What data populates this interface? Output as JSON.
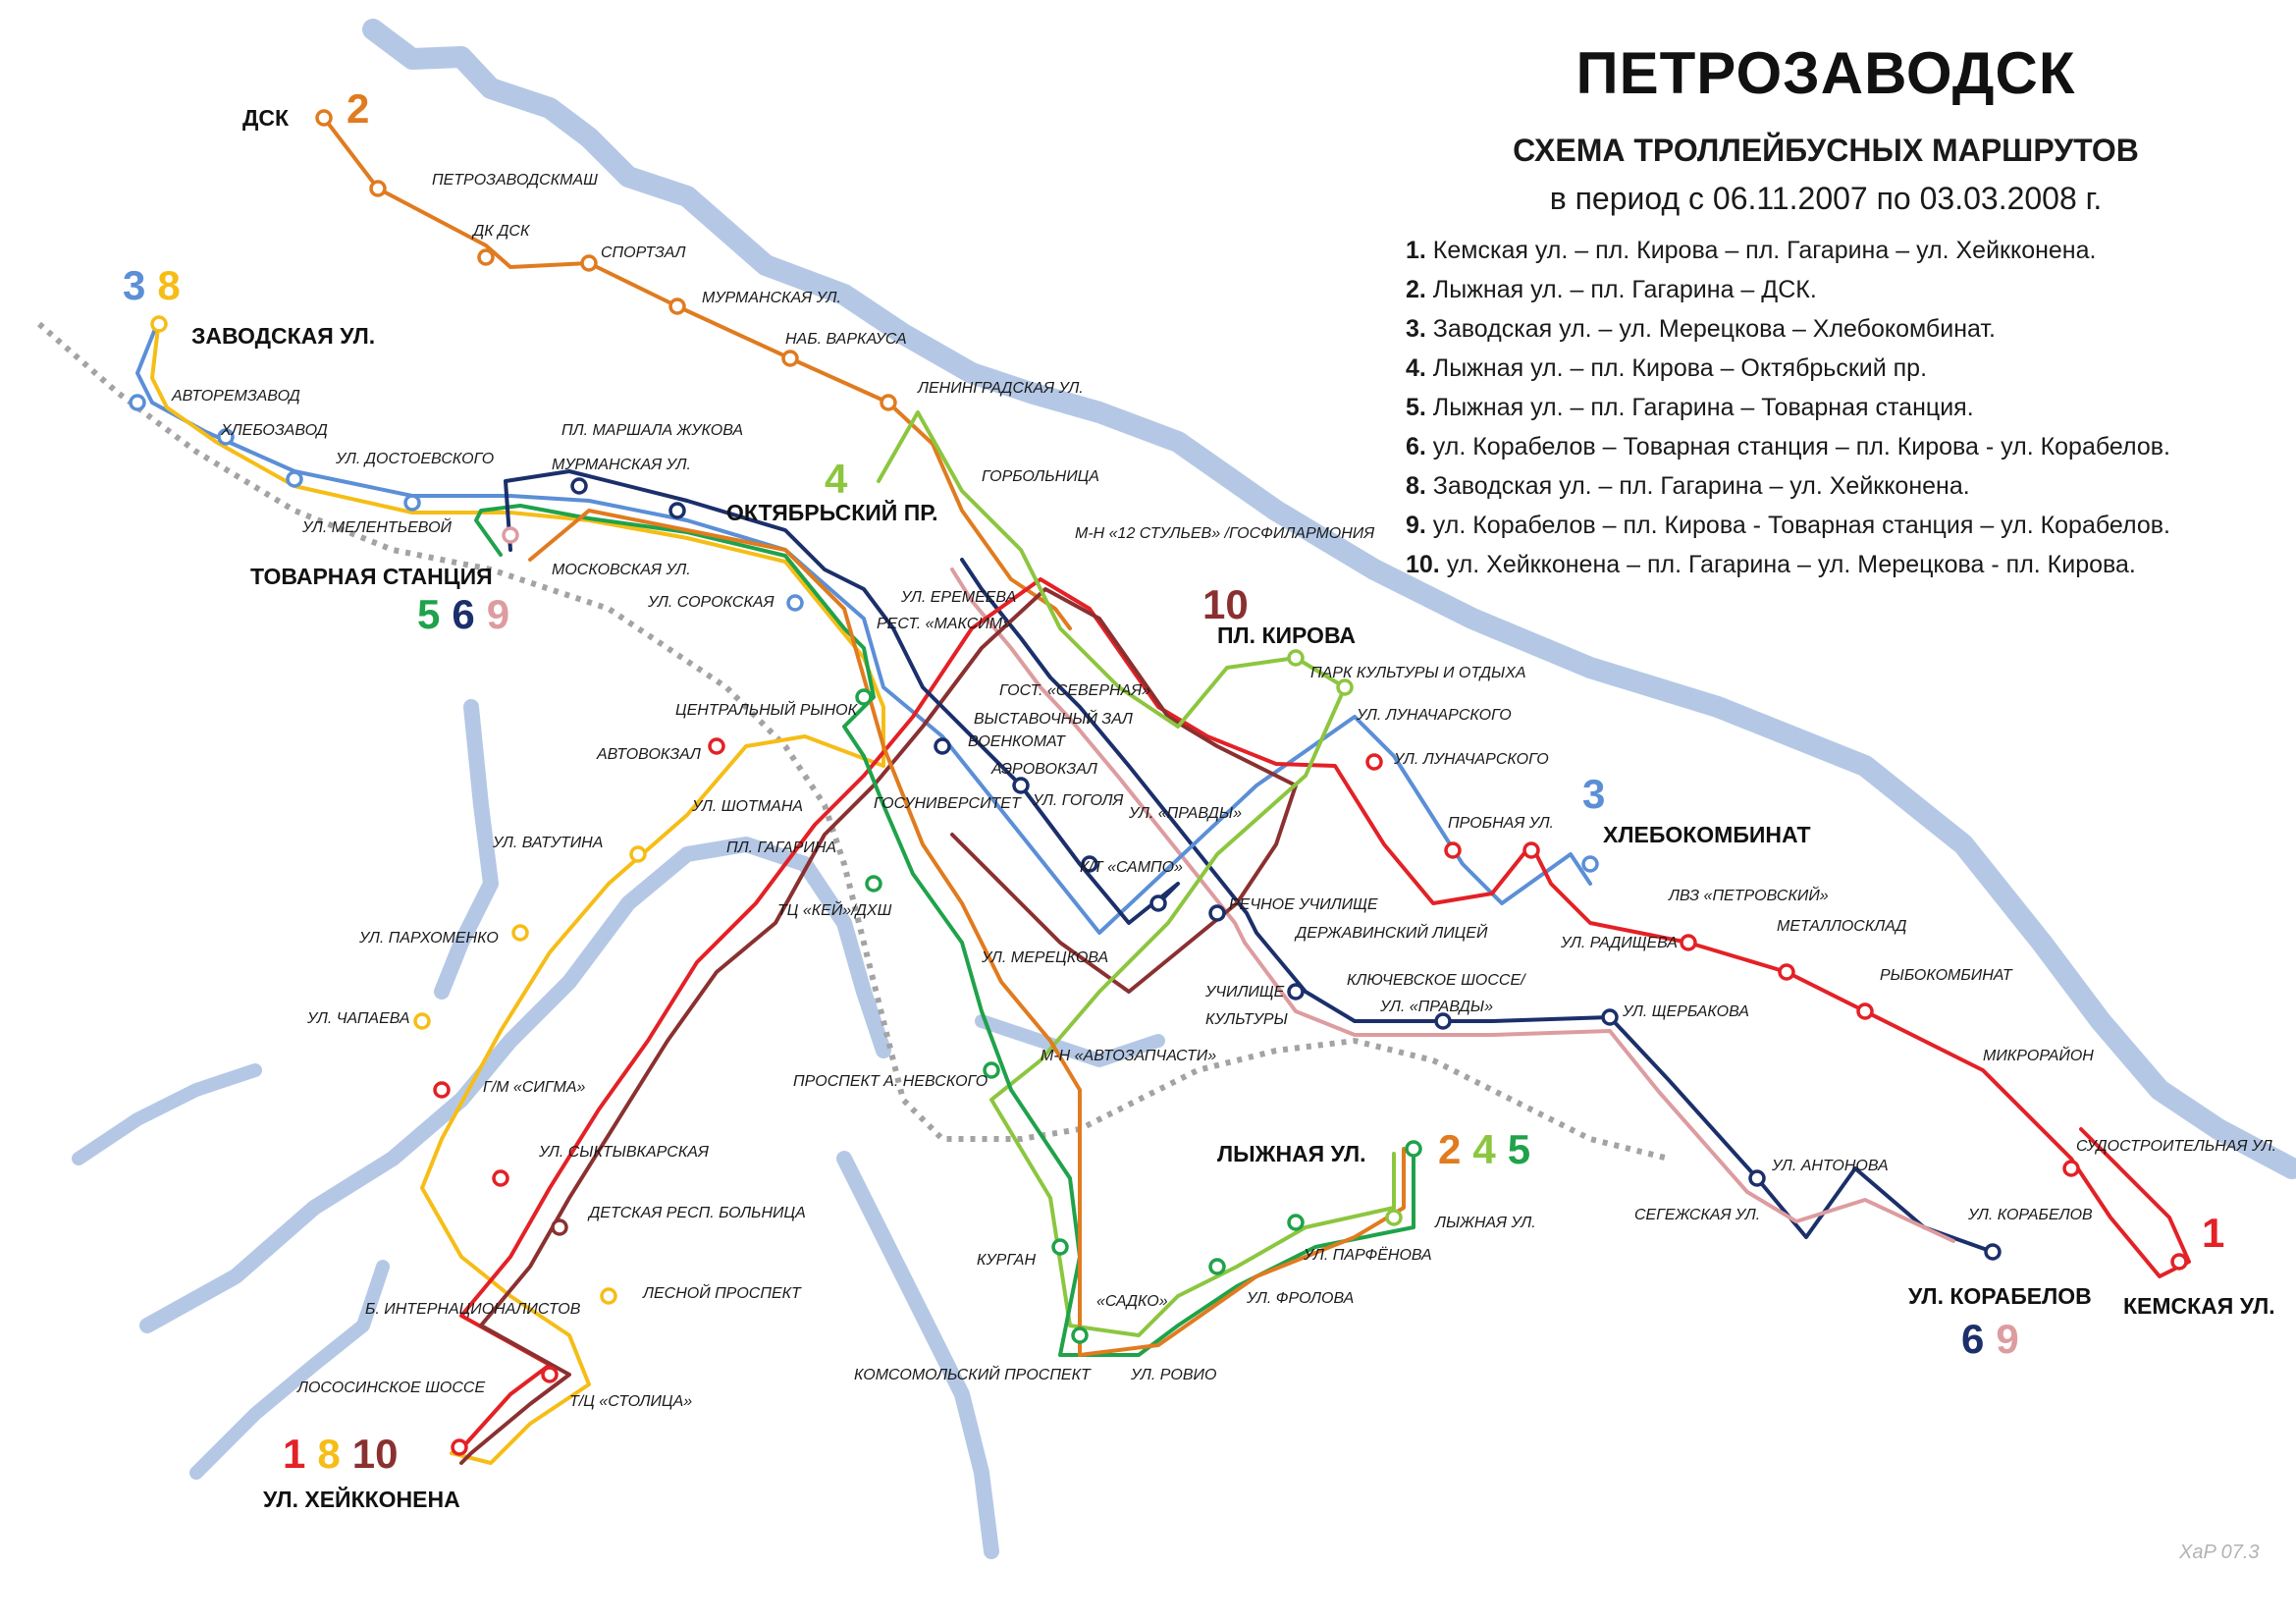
{
  "map": {
    "title": "ПЕТРОЗАВОДСК",
    "subtitle": "СХЕМА ТРОЛЛЕЙБУСНЫХ МАРШРУТОВ",
    "period": "в период с 06.11.2007 по 03.03.2008 г.",
    "author": "XaP 07.3"
  },
  "colors": {
    "route_1": "#e32126",
    "route_2": "#e07b1f",
    "route_3": "#5b8fd6",
    "route_4": "#8cc63f",
    "route_5": "#1fa24a",
    "route_6": "#1b2f6b",
    "route_8": "#f6bd16",
    "route_9": "#dd9ca0",
    "route_10": "#8b3030",
    "river": "#b4c8e6",
    "railway": "#a3a3a3"
  },
  "routes": [
    {
      "number": "1.",
      "description": "Кемская ул. – пл. Кирова – пл. Гагарина – ул. Хейкконена."
    },
    {
      "number": "2.",
      "description": "Лыжная ул. – пл. Гагарина – ДСК."
    },
    {
      "number": "3.",
      "description": "Заводская ул. – ул. Мерецкова – Хлебокомбинат."
    },
    {
      "number": "4.",
      "description": "Лыжная ул. – пл. Кирова – Октябрьский пр."
    },
    {
      "number": "5.",
      "description": "Лыжная ул. – пл. Гагарина – Товарная станция."
    },
    {
      "number": "6.",
      "description": "ул. Корабелов – Товарная станция – пл. Кирова - ул. Корабелов."
    },
    {
      "number": "8.",
      "description": "Заводская ул. – пл. Гагарина – ул. Хейкконена."
    },
    {
      "number": "9.",
      "description": "ул. Корабелов – пл. Кирова - Товарная станция – ул. Корабелов."
    },
    {
      "number": "10.",
      "description": "ул. Хейкконена – пл. Гагарина – ул. Мерецкова - пл. Кирова."
    }
  ],
  "terminals": {
    "dsk": "ДСК",
    "zavodskaya": "ЗАВОДСКАЯ УЛ.",
    "tovarnaya": "ТОВАРНАЯ СТАНЦИЯ",
    "oktyabrsky": "ОКТЯБРЬСКИЙ ПР.",
    "kirova": "ПЛ. КИРОВА",
    "khlebokombinat": "ХЛЕБОКОМБИНАТ",
    "lyzhnaya": "ЛЫЖНАЯ УЛ.",
    "korabelov": "УЛ. КОРАБЕЛОВ",
    "kemskaya": "КЕМСКАЯ УЛ.",
    "heikkonena": "УЛ. ХЕЙККОНЕНА"
  },
  "terminal_routes": {
    "dsk": [
      "2"
    ],
    "zavodskaya": [
      "3",
      "8"
    ],
    "tovarnaya": [
      "5",
      "6",
      "9"
    ],
    "oktyabrsky": [
      "4"
    ],
    "kirova": [
      "10"
    ],
    "khlebokombinat": [
      "3"
    ],
    "lyzhnaya": [
      "2",
      "4",
      "5"
    ],
    "korabelov": [
      "6",
      "9"
    ],
    "kemskaya": [
      "1"
    ],
    "heikkonena": [
      "1",
      "8",
      "10"
    ]
  },
  "stops": {
    "petrozavodskmash": "ПЕТРОЗАВОДСКМАШ",
    "dk_dsk": "ДК ДСК",
    "sportzal": "СПОРТЗАЛ",
    "murmanskaya_n": "МУРМАНСКАЯ УЛ.",
    "nab_varkausa": "НАБ. ВАРКАУСА",
    "leningradskaya": "ЛЕНИНГРАДСКАЯ УЛ.",
    "gorbolnitsa": "ГОРБОЛЬНИЦА",
    "avtoremzavod": "АВТОРЕМЗАВОД",
    "khlebozavod": "ХЛЕБОЗАВОД",
    "dostoevskogo": "УЛ. ДОСТОЕВСКОГО",
    "meletyevoy": "УЛ. МЕЛЕНТЬЕВОЙ",
    "marshala_zhukova": "ПЛ. МАРШАЛА ЖУКОВА",
    "murmanskaya_w": "МУРМАНСКАЯ УЛ.",
    "moskovskaya": "МОСКОВСКАЯ УЛ.",
    "sorokskaya": "УЛ. СОРОКСКАЯ",
    "m12stulyev": "М-Н «12 СТУЛЬЕВ» /ГОСФИЛАРМОНИЯ",
    "eremeeva": "УЛ. ЕРЕМЕЕВА",
    "rest_maksim": "РЕСТ. «МАКСИМ»",
    "gost_severnaya": "ГОСТ. «СЕВЕРНАЯ»",
    "vystavochny": "ВЫСТАВОЧНЫЙ ЗАЛ",
    "voenkomat": "ВОЕНКОМАТ",
    "aerovokzal": "АЭРОВОКЗАЛ",
    "gosuniversitet": "ГОСУНИВЕРСИТЕТ",
    "gogolya": "УЛ. ГОГОЛЯ",
    "pravdy": "УЛ. «ПРАВДЫ»",
    "kt_sampo": "К/Т «САМПО»",
    "park_kultury": "ПАРК КУЛЬТУРЫ И ОТДЫХА",
    "lunacharskogo_1": "УЛ. ЛУНАЧАРСКОГО",
    "lunacharskogo_2": "УЛ. ЛУНАЧАРСКОГО",
    "probnaya": "ПРОБНАЯ УЛ.",
    "radishcheva": "УЛ. РАДИЩЕВА",
    "lvz": "ЛВЗ «ПЕТРОВСКИЙ»",
    "metalloslad": "МЕТАЛЛОСКЛАД",
    "rybokombinat": "РЫБОКОМБИНАТ",
    "mikrorayon": "МИКРОРАЙОН",
    "sudostroitelnaya": "СУДОСТРОИТЕЛЬНАЯ УЛ.",
    "rechnoe": "РЕЧНОЕ УЧИЛИЩЕ",
    "derzhavinsky": "ДЕРЖАВИНСКИЙ ЛИЦЕЙ",
    "klyuchevskoe": "КЛЮЧЕВСКОЕ ШОССЕ/",
    "klyuchevskoe_2": "УЛ. «ПРАВДЫ»",
    "uchilishche": "УЧИЛИЩЕ",
    "uchilishche_2": "КУЛЬТУРЫ",
    "shcherbakova": "УЛ. ЩЕРБАКОВА",
    "antonova": "УЛ. АНТОНОВА",
    "segezhskaya": "СЕГЕЖСКАЯ УЛ.",
    "korabelov_stop": "УЛ. КОРАБЕЛОВ",
    "tsentr_rynok": "ЦЕНТРАЛЬНЫЙ РЫНОК",
    "avtovokzal": "АВТОВОКЗАЛ",
    "shotmana": "УЛ. ШОТМАНА",
    "pl_gagarina": "ПЛ. ГАГАРИНА",
    "tts_key": "ТЦ «КЕЙ»/ДХШ",
    "meretskova": "УЛ. МЕРЕЦКОВА",
    "avtozapchasti": "М-Н «АВТОЗАПЧАСТИ»",
    "nevskogo": "ПРОСПЕКТ А. НЕВСКОГО",
    "kurgan": "КУРГАН",
    "sadko": "«САДКО»",
    "komsomolsky": "КОМСОМОЛЬСКИЙ ПРОСПЕКТ",
    "rovio": "УЛ. РОВИО",
    "frolova": "УЛ. ФРОЛОВА",
    "parfenova": "УЛ. ПАРФЁНОВА",
    "lyzhnaya_stop": "ЛЫЖНАЯ УЛ.",
    "vatutina": "УЛ. ВАТУТИНА",
    "parkhomenko": "УЛ. ПАРХОМЕНКО",
    "chapaeva": "УЛ. ЧАПАЕВА",
    "gm_sigma": "Г/М «СИГМА»",
    "syktyvkarskaya": "УЛ. СЫКТЫВКАРСКАЯ",
    "detskaya": "ДЕТСКАЯ РЕСП. БОЛЬНИЦА",
    "internatsionalistov": "Б. ИНТЕРНАЦИОНАЛИСТОВ",
    "lesnoy": "ЛЕСНОЙ ПРОСПЕКТ",
    "lososinskoe": "ЛОСОСИНСКОЕ ШОССЕ",
    "tts_stolitsa": "Т/Ц «СТОЛИЦА»"
  }
}
